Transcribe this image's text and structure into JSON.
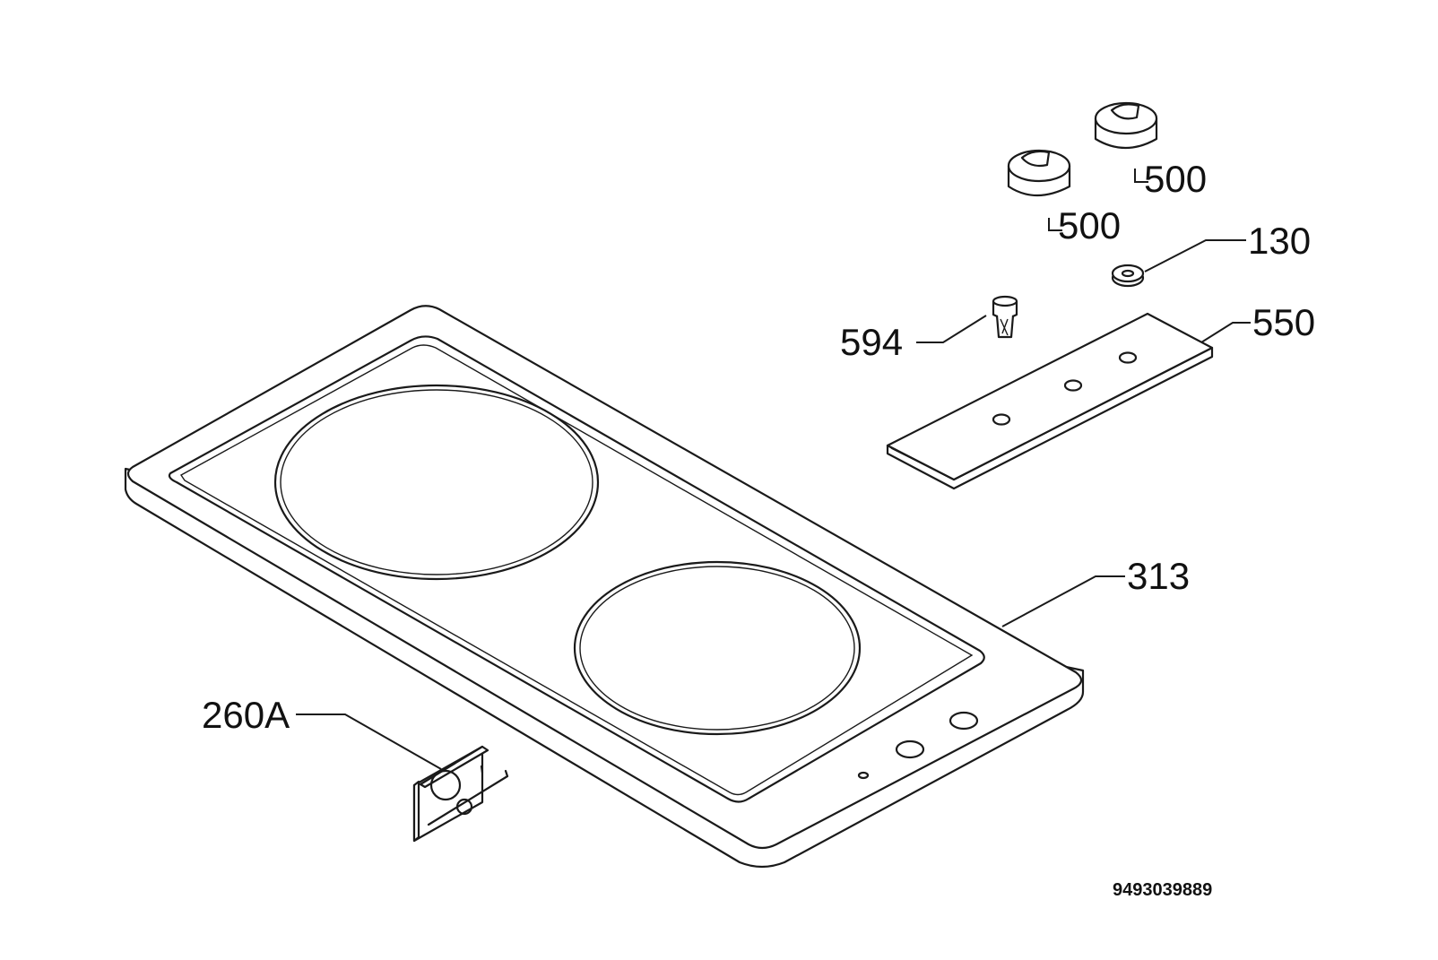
{
  "labels": {
    "knob_a": "500",
    "knob_b": "500",
    "nut": "130",
    "spring": "594",
    "panel": "550",
    "hob": "313",
    "clip": "260A"
  },
  "doc_number": "9493039889",
  "colors": {
    "line": "#1a1a1a",
    "background": "#ffffff"
  }
}
